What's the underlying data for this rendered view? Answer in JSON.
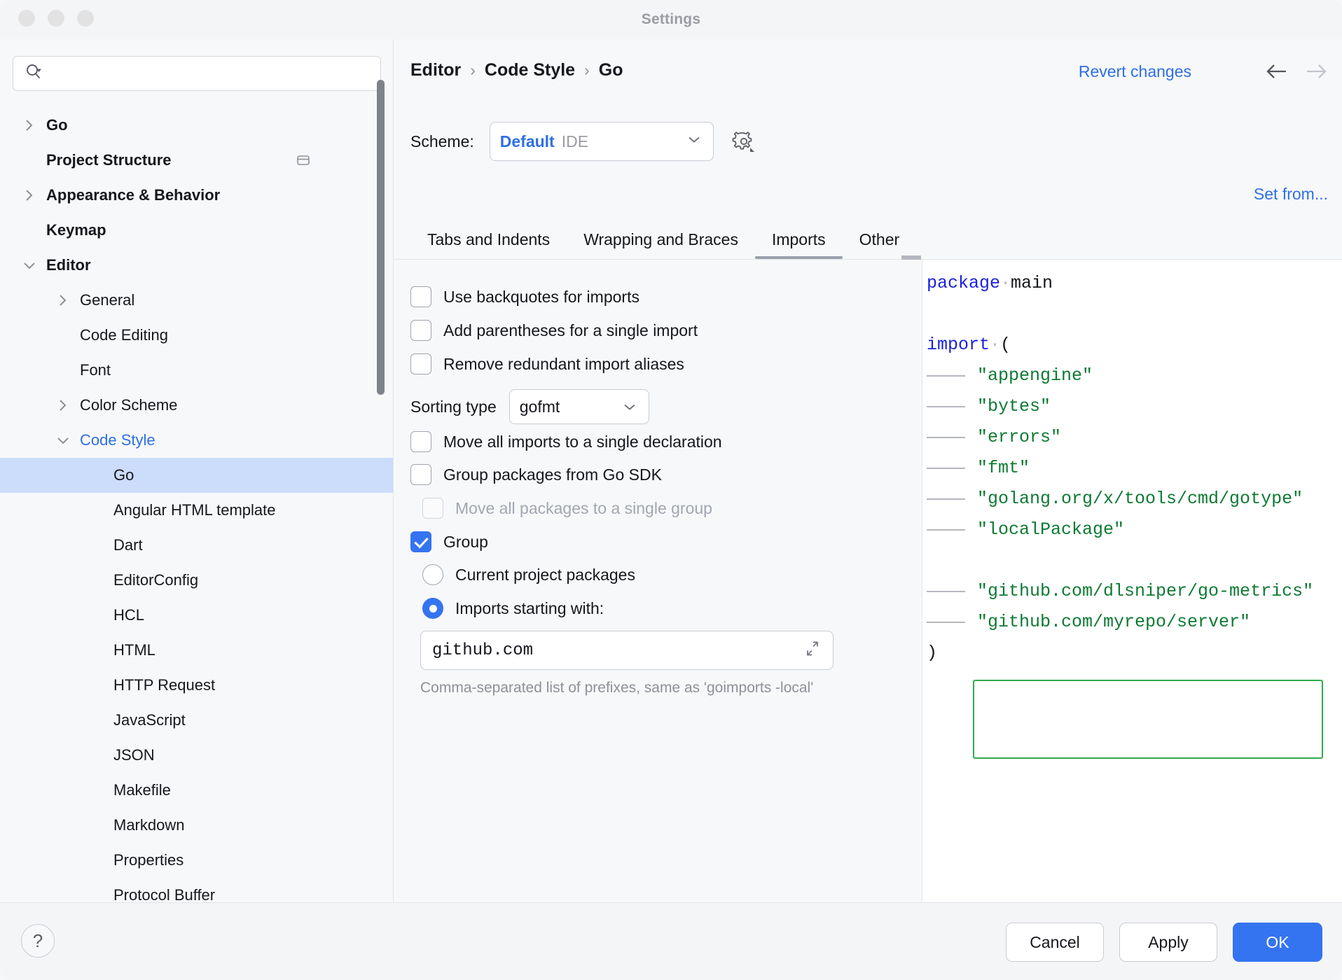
{
  "window": {
    "title": "Settings"
  },
  "search": {
    "placeholder": "",
    "value": "",
    "icon": "search-icon"
  },
  "sidebar": {
    "items": [
      {
        "label": "Go",
        "indent": 0,
        "arrow": "right",
        "bold": true
      },
      {
        "label": "Project Structure",
        "indent": 0,
        "arrow": "none",
        "bold": true,
        "trailing_icon": "module-icon"
      },
      {
        "label": "Appearance & Behavior",
        "indent": 0,
        "arrow": "right",
        "bold": true
      },
      {
        "label": "Keymap",
        "indent": 0,
        "arrow": "none",
        "bold": true
      },
      {
        "label": "Editor",
        "indent": 0,
        "arrow": "down",
        "bold": true
      },
      {
        "label": "General",
        "indent": 1,
        "arrow": "right",
        "bold": false
      },
      {
        "label": "Code Editing",
        "indent": 1,
        "arrow": "none",
        "bold": false
      },
      {
        "label": "Font",
        "indent": 1,
        "arrow": "none",
        "bold": false
      },
      {
        "label": "Color Scheme",
        "indent": 1,
        "arrow": "right",
        "bold": false
      },
      {
        "label": "Code Style",
        "indent": 1,
        "arrow": "down",
        "bold": false,
        "blue": true
      },
      {
        "label": "Go",
        "indent": 2,
        "arrow": "none",
        "bold": false,
        "selected": true
      },
      {
        "label": "Angular HTML template",
        "indent": 2,
        "arrow": "none",
        "bold": false
      },
      {
        "label": "Dart",
        "indent": 2,
        "arrow": "none",
        "bold": false
      },
      {
        "label": "EditorConfig",
        "indent": 2,
        "arrow": "none",
        "bold": false
      },
      {
        "label": "HCL",
        "indent": 2,
        "arrow": "none",
        "bold": false
      },
      {
        "label": "HTML",
        "indent": 2,
        "arrow": "none",
        "bold": false
      },
      {
        "label": "HTTP Request",
        "indent": 2,
        "arrow": "none",
        "bold": false
      },
      {
        "label": "JavaScript",
        "indent": 2,
        "arrow": "none",
        "bold": false
      },
      {
        "label": "JSON",
        "indent": 2,
        "arrow": "none",
        "bold": false
      },
      {
        "label": "Makefile",
        "indent": 2,
        "arrow": "none",
        "bold": false
      },
      {
        "label": "Markdown",
        "indent": 2,
        "arrow": "none",
        "bold": false
      },
      {
        "label": "Properties",
        "indent": 2,
        "arrow": "none",
        "bold": false
      },
      {
        "label": "Protocol Buffer",
        "indent": 2,
        "arrow": "none",
        "bold": false
      }
    ]
  },
  "header": {
    "breadcrumb": [
      "Editor",
      "Code Style",
      "Go"
    ],
    "separator": "›",
    "revert_label": "Revert changes",
    "back_icon": "arrow-left-icon",
    "forward_icon": "arrow-right-icon"
  },
  "scheme": {
    "label": "Scheme:",
    "value_name": "Default",
    "value_scope": "IDE",
    "gear_icon": "gear-icon",
    "chevron_icon": "chevron-down-icon"
  },
  "set_from_label": "Set from...",
  "tabs": [
    {
      "label": "Tabs and Indents",
      "active": false
    },
    {
      "label": "Wrapping and Braces",
      "active": false
    },
    {
      "label": "Imports",
      "active": true
    },
    {
      "label": "Other",
      "active": false
    }
  ],
  "options": {
    "use_backquotes": {
      "label": "Use backquotes for imports",
      "checked": false
    },
    "add_parentheses": {
      "label": "Add parentheses for a single import",
      "checked": false
    },
    "remove_aliases": {
      "label": "Remove redundant import aliases",
      "checked": false
    },
    "sorting_type": {
      "label": "Sorting type",
      "value": "gofmt"
    },
    "move_single_decl": {
      "label": "Move all imports to a single declaration",
      "checked": false
    },
    "group_sdk": {
      "label": "Group packages from Go SDK",
      "checked": false
    },
    "move_single_group": {
      "label": "Move all packages to a single group",
      "checked": false,
      "disabled": true
    },
    "group": {
      "label": "Group",
      "checked": true
    },
    "radio_current_project": {
      "label": "Current project packages",
      "selected": false
    },
    "radio_starting_with": {
      "label": "Imports starting with:",
      "selected": true
    },
    "prefix_field": {
      "value": "github.com",
      "expand_icon": "expand-icon"
    },
    "hint": "Comma-separated list of prefixes, same as 'goimports -local'"
  },
  "preview": {
    "lines": [
      {
        "kind": "code",
        "tokens": [
          {
            "t": "package",
            "c": "kw"
          },
          {
            "t": "·",
            "c": "dot"
          },
          {
            "t": "main",
            "c": "pl"
          }
        ]
      },
      {
        "kind": "blank"
      },
      {
        "kind": "code",
        "tokens": [
          {
            "t": "import",
            "c": "kw"
          },
          {
            "t": "·",
            "c": "dot"
          },
          {
            "t": "(",
            "c": "pl"
          }
        ]
      },
      {
        "kind": "indented",
        "text": "\"appengine\""
      },
      {
        "kind": "indented",
        "text": "\"bytes\""
      },
      {
        "kind": "indented",
        "text": "\"errors\""
      },
      {
        "kind": "indented",
        "text": "\"fmt\""
      },
      {
        "kind": "indented",
        "text": "\"golang.org/x/tools/cmd/gotype\""
      },
      {
        "kind": "indented",
        "text": "\"localPackage\""
      },
      {
        "kind": "blank"
      },
      {
        "kind": "indented",
        "text": "\"github.com/dlsniper/go-metrics\"",
        "highlight": true
      },
      {
        "kind": "indented",
        "text": "\"github.com/myrepo/server\"",
        "highlight": true
      },
      {
        "kind": "code",
        "tokens": [
          {
            "t": ")",
            "c": "pl"
          }
        ]
      }
    ],
    "highlight_color": "#2faa4f"
  },
  "footer": {
    "help_label": "?",
    "cancel_label": "Cancel",
    "apply_label": "Apply",
    "ok_label": "OK"
  },
  "colors": {
    "accent": "#3574f0",
    "link": "#2f6fe4",
    "selection": "#ccdcfb",
    "string": "#0e7a33",
    "keyword": "#1a21e0"
  }
}
